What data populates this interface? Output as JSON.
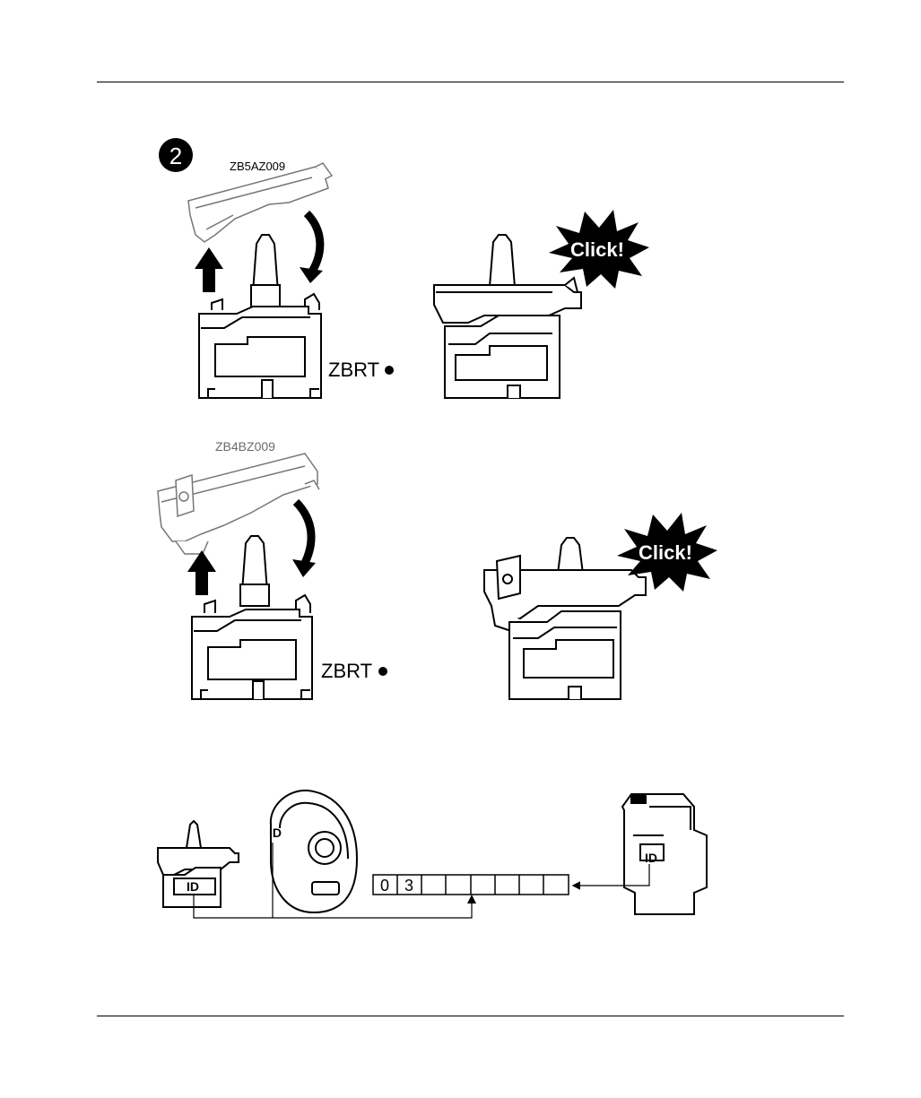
{
  "step": {
    "number": "2"
  },
  "upper": {
    "adapter_label": "ZB5AZ009",
    "base_label": "ZBRT",
    "click": "Click!"
  },
  "lower": {
    "adapter_label": "ZB4BZ009",
    "base_label": "ZBRT",
    "click": "Click!"
  },
  "pairing": {
    "id_left": "ID",
    "id_middle": "ID",
    "id_right": "ID",
    "code_cells": [
      "0",
      "3",
      "",
      "",
      "",
      "",
      "",
      ""
    ]
  },
  "colors": {
    "ink": "#000000",
    "light_ink": "#6b6b6b",
    "paper": "#ffffff"
  }
}
